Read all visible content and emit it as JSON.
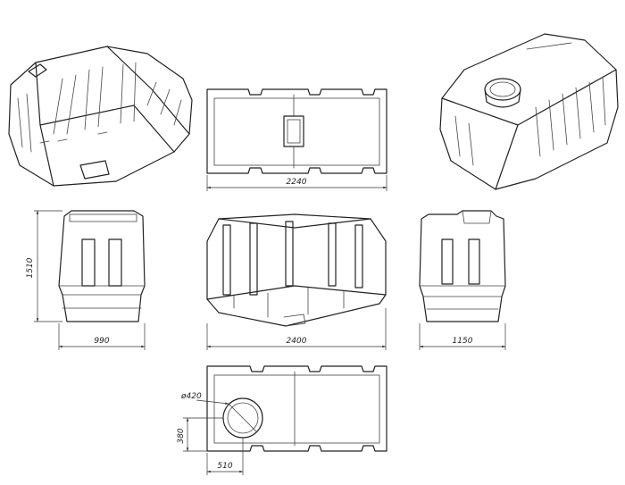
{
  "dimensions": {
    "top_view_length": "2240",
    "side_height": "1510",
    "side_width": "990",
    "front_length": "2400",
    "end_width": "1150",
    "hatch_diameter": "ø420",
    "hatch_offset_y": "380",
    "hatch_offset_x": "510"
  }
}
